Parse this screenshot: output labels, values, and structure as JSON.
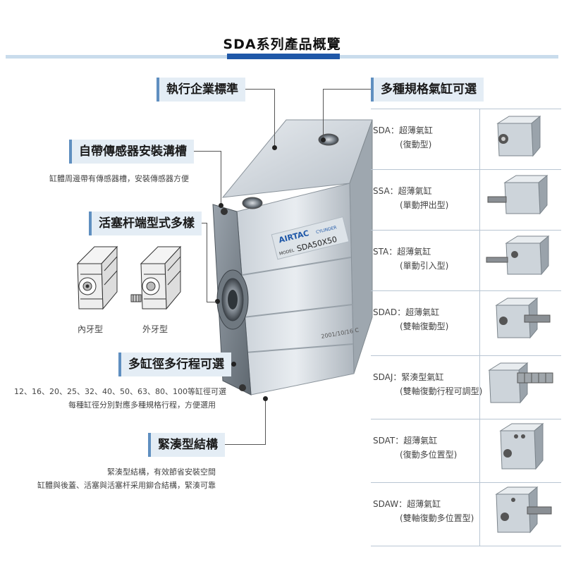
{
  "page": {
    "title": "SDA系列產品概覽"
  },
  "features": {
    "standard": {
      "label": "執行企業標準"
    },
    "sensor": {
      "label": "自帶傳感器安裝溝槽",
      "desc": "缸體周邊帶有傳感器槽，安裝傳感器方便"
    },
    "rod_end": {
      "label": "活塞杆端型式多樣",
      "variants": [
        "內牙型",
        "外牙型"
      ]
    },
    "bore_stroke": {
      "label": "多缸徑多行程可選",
      "desc": [
        "12、16、20、25、32、40、50、63、80、100等缸徑可選",
        "每種缸徑分別對應多種規格行程，方便選用"
      ]
    },
    "compact": {
      "label": "緊湊型結構",
      "desc": [
        "緊湊型結構，有效節省安裝空間",
        "缸體與後蓋、活塞與活塞杆采用鉚合結構，緊湊可靠"
      ]
    }
  },
  "product": {
    "brand": "AIRTAC",
    "brand_sub": "CYLINDER",
    "model_prefix": "MODEL",
    "model": "SDA50X50",
    "date_stamp": "2001/10/16 C"
  },
  "specs": {
    "heading": "多種規格氣缸可選",
    "items": [
      {
        "code": "SDA：",
        "name": "超薄氣缸",
        "type": "(復動型)"
      },
      {
        "code": "SSA：",
        "name": "超薄氣缸",
        "type": "(單動押出型)"
      },
      {
        "code": "STA：",
        "name": "超薄氣缸",
        "type": "(單動引入型)"
      },
      {
        "code": "SDAD：",
        "name": "超薄氣缸",
        "type": "(雙軸復動型)"
      },
      {
        "code": "SDAJ：",
        "name": "緊湊型氣缸",
        "type": "(雙軸復動行程可調型)"
      },
      {
        "code": "SDAT：",
        "name": "超薄氣缸",
        "type": "(復動多位置型)"
      },
      {
        "code": "SDAW：",
        "name": "超薄氣缸",
        "type": "(雙軸復動多位置型)"
      }
    ]
  },
  "colors": {
    "accent": "#1f58a8",
    "title_bar": "#c9dcec",
    "label_bg": "#e4edf5",
    "label_border": "#5f8fc0"
  }
}
